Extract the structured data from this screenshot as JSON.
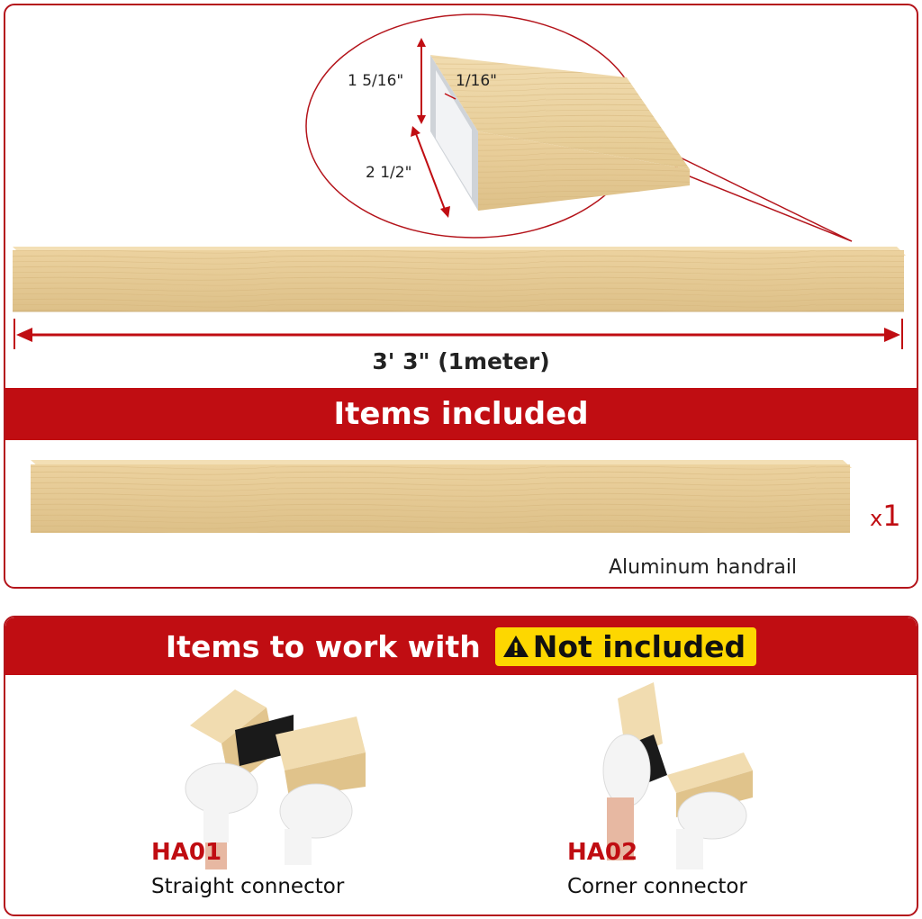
{
  "dimensions": {
    "height": "1 5/16\"",
    "wall": "1/16\"",
    "width": "2 1/2\"",
    "length": "3' 3\" (1meter)"
  },
  "included": {
    "title": "Items included",
    "quantity_prefix": "x",
    "quantity": "1",
    "caption": "Aluminum handrail"
  },
  "work_with": {
    "title": "Items to work with",
    "badge": "Not included",
    "items": [
      {
        "code": "HA01",
        "name": "Straight connector"
      },
      {
        "code": "HA02",
        "name": "Corner connector"
      }
    ]
  },
  "colors": {
    "accent_red": "#c00d12",
    "badge_yellow": "#fdd700",
    "wood": "#e8cf9c"
  },
  "icons": [
    "warning-icon"
  ]
}
